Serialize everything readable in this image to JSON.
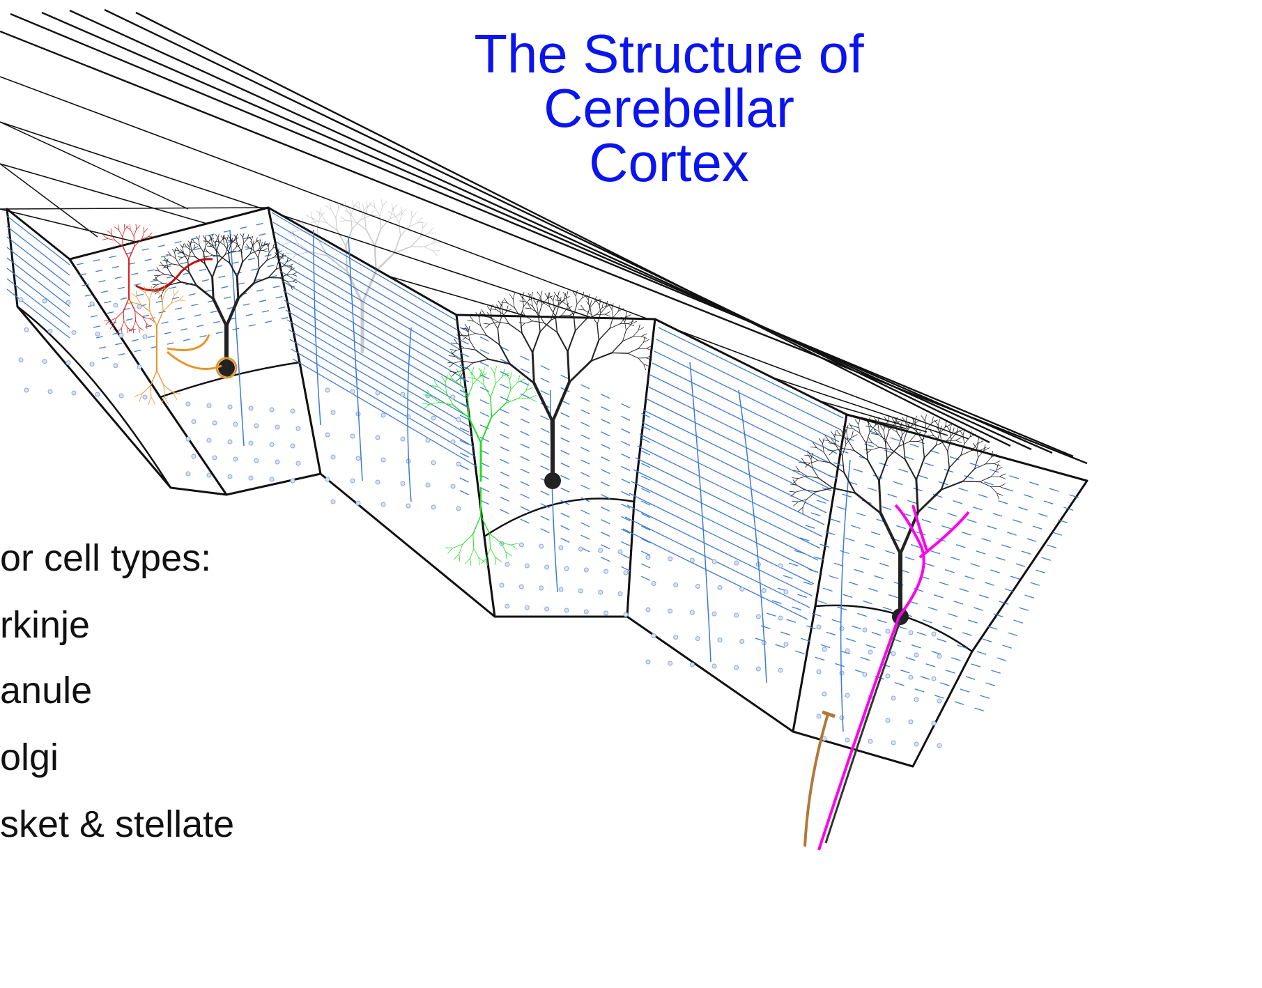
{
  "title": {
    "line1": "The Structure of",
    "line2": "Cerebellar Cortex"
  },
  "cell_types": {
    "heading": "or cell types:",
    "items": [
      "rkinje",
      "anule",
      "olgi",
      "sket & stellate"
    ]
  },
  "colors": {
    "title": "#0a14f0",
    "parallel_fibers": "#3b7ad6",
    "purkinje": "#222222",
    "stellate": "#e21b1b",
    "basket": "#e8952c",
    "golgi": "#22e022",
    "climbing_fiber": "#ff00ee",
    "mossy_fiber": "#b07a3a"
  }
}
